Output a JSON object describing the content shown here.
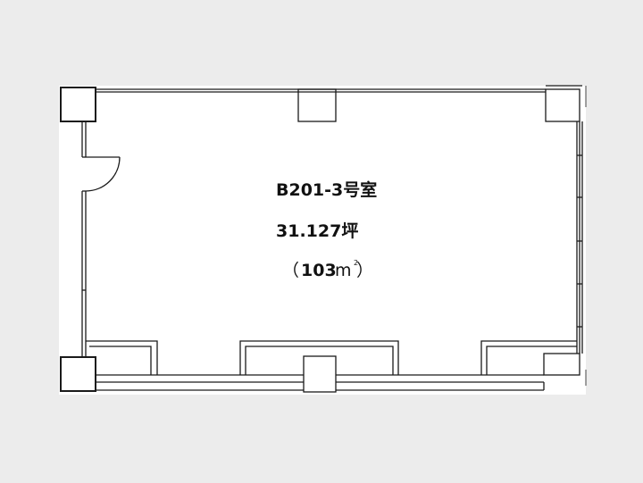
{
  "room": {
    "name": "B201-3号室",
    "area_tsubo": "31.127坪",
    "area_sqm_open": "（",
    "area_sqm_value": "103",
    "area_sqm_unit": "m",
    "area_sqm_sup": "2",
    "area_sqm_close": "）"
  },
  "colors": {
    "background": "#ececec",
    "paper": "#ffffff",
    "line": "#1a1a1a",
    "text": "#111111"
  }
}
